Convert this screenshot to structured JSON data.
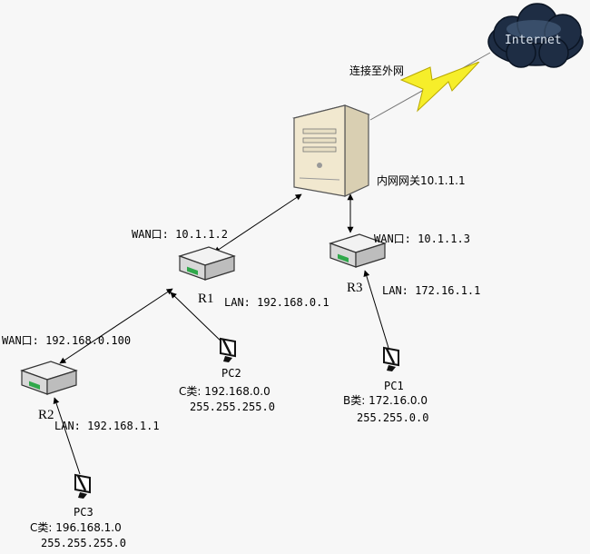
{
  "internet": {
    "label": "Internet"
  },
  "uplink": {
    "label": "连接至外网"
  },
  "gateway": {
    "label": "内网网关10.1.1.1"
  },
  "r1": {
    "name": "R1",
    "wan": "WAN口: 10.1.1.2",
    "lan": "LAN: 192.168.0.1"
  },
  "r3": {
    "name": "R3",
    "wan": "WAN口: 10.1.1.3",
    "lan": "LAN: 172.16.1.1"
  },
  "r2": {
    "name": "R2",
    "wan": "WAN口: 192.168.0.100",
    "lan": "LAN: 192.168.1.1"
  },
  "pc1": {
    "name": "PC1",
    "line1": "B类: 172.16.0.0",
    "line2": "255.255.0.0"
  },
  "pc2": {
    "name": "PC2",
    "line1": "C类: 192.168.0.0",
    "line2": "255.255.255.0"
  },
  "pc3": {
    "name": "PC3",
    "line1": "C类: 196.168.1.0",
    "line2": "255.255.255.0"
  },
  "colors": {
    "cloud": "#1e2d44",
    "bolt": "#f6ee2a",
    "server": "#f1e8cf",
    "router": "#e2e2e2",
    "port": "#2fa84a"
  }
}
